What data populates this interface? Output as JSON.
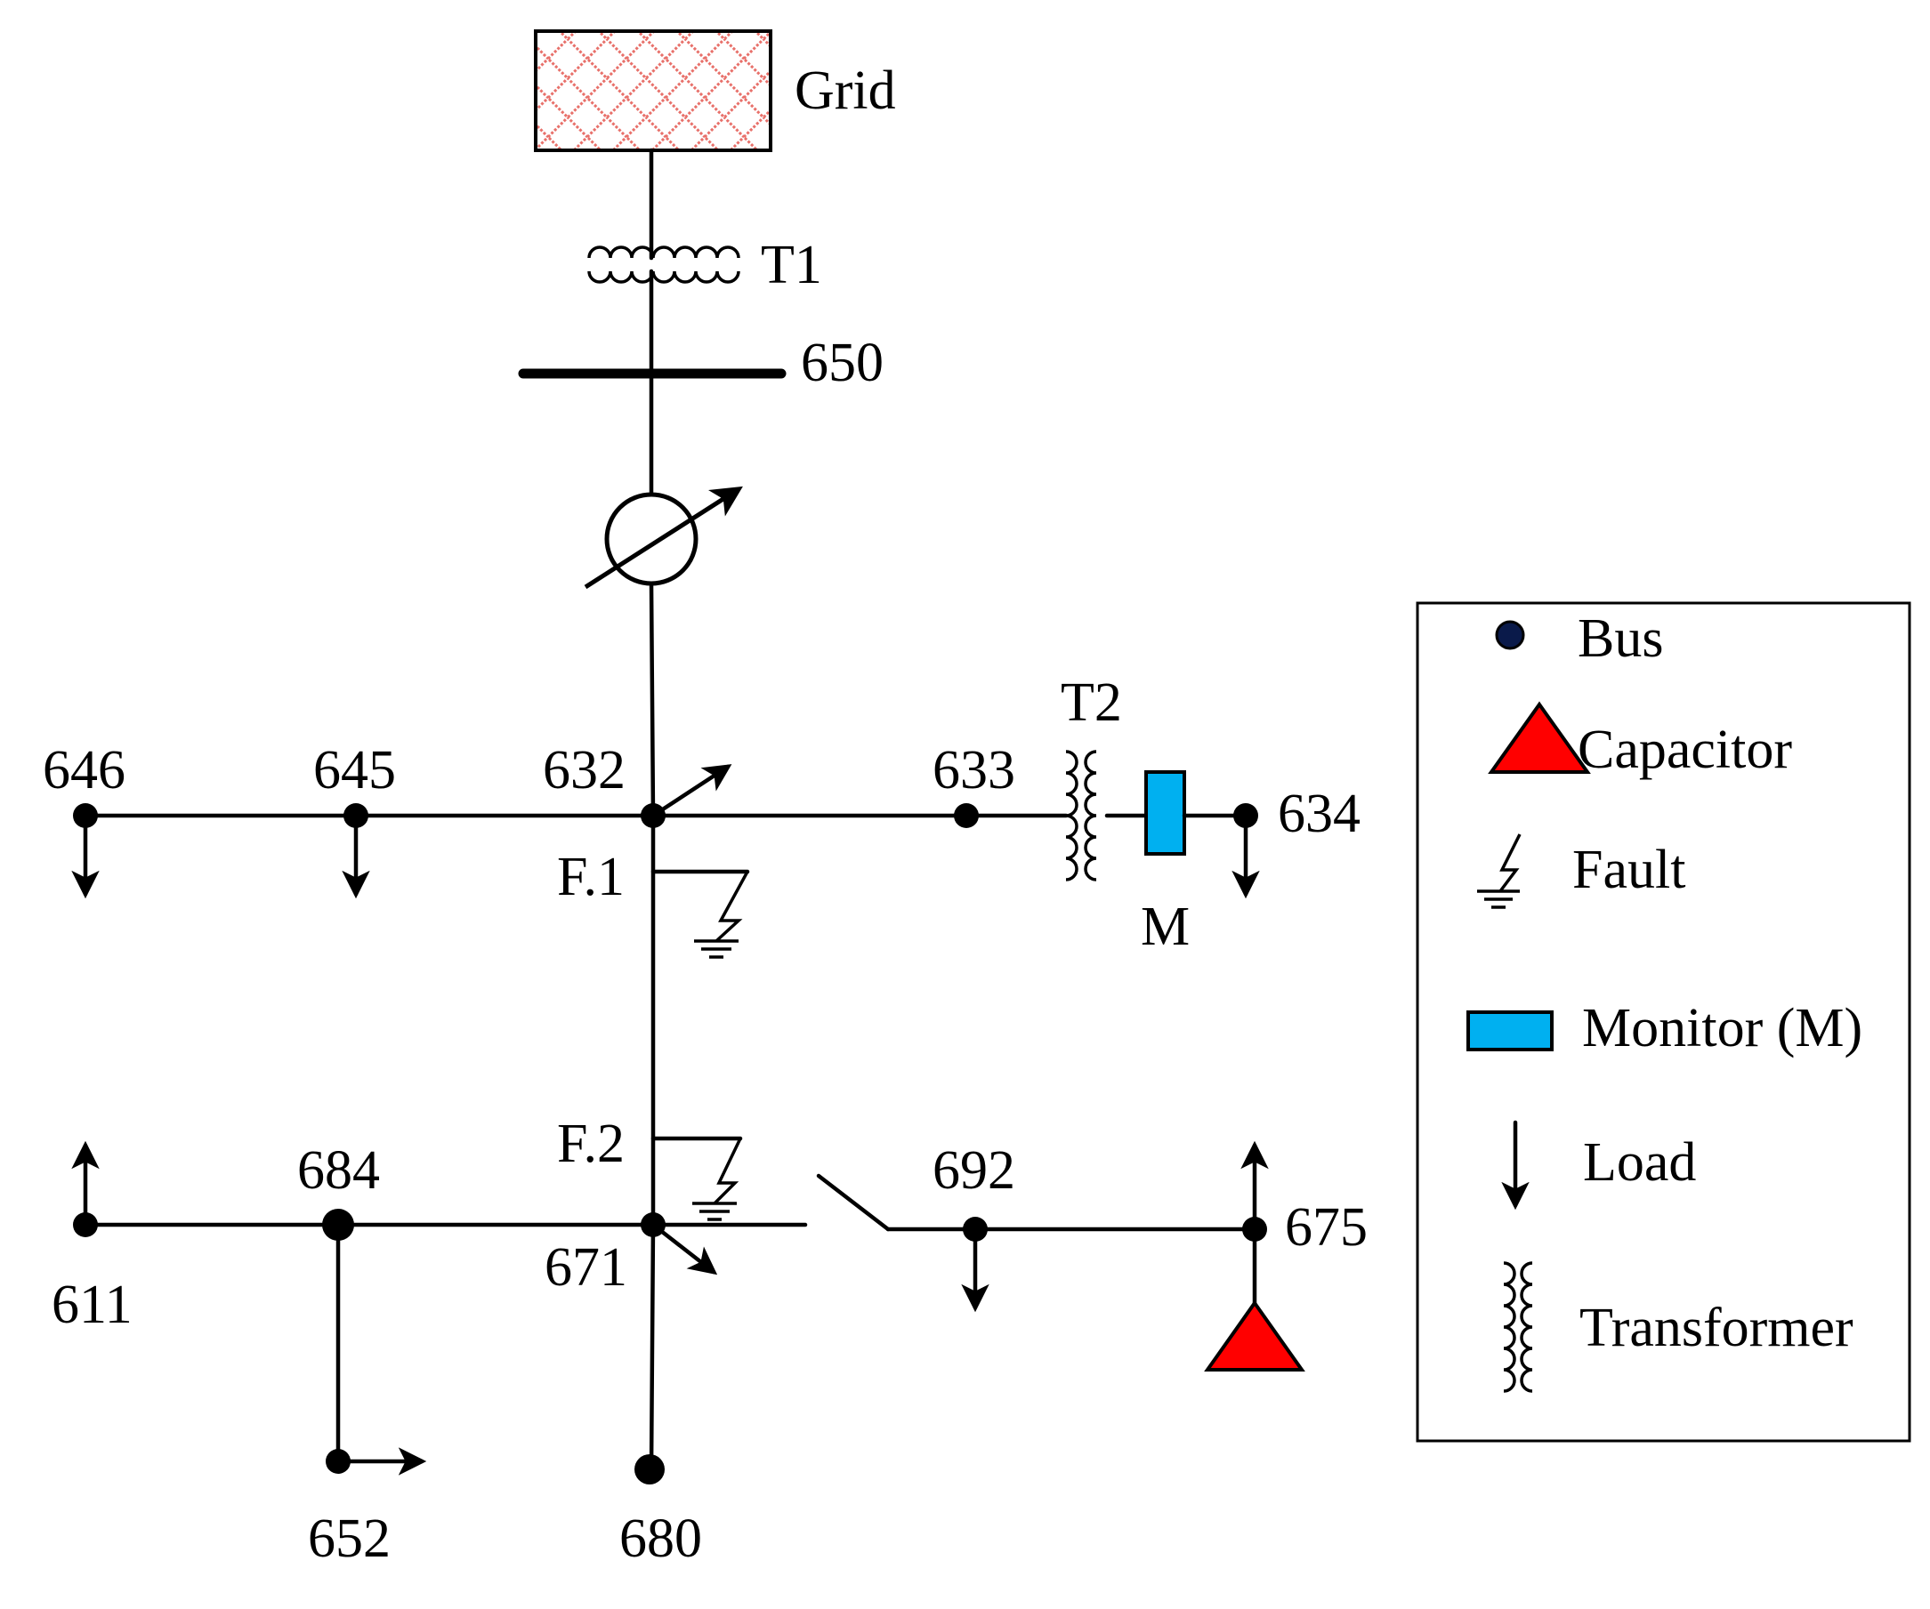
{
  "labels": {
    "grid": "Grid",
    "t1": "T1",
    "b650": "650",
    "b646": "646",
    "b645": "645",
    "b632": "632",
    "b633": "633",
    "t2": "T2",
    "b634": "634",
    "f1": "F.1",
    "m": "M",
    "f2": "F.2",
    "b684": "684",
    "b692": "692",
    "b675": "675",
    "b671": "671",
    "b611": "611",
    "b652": "652",
    "b680": "680"
  },
  "legend": {
    "bus": "Bus",
    "capacitor": "Capacitor",
    "fault": "Fault",
    "monitor": "Monitor (M)",
    "load": "Load",
    "transformer": "Transformer"
  },
  "colors": {
    "capacitor": "#ff0000",
    "monitor": "#00b0f0",
    "grid_pattern": "#e8706a",
    "legend_bus": "#0a1a4a"
  }
}
